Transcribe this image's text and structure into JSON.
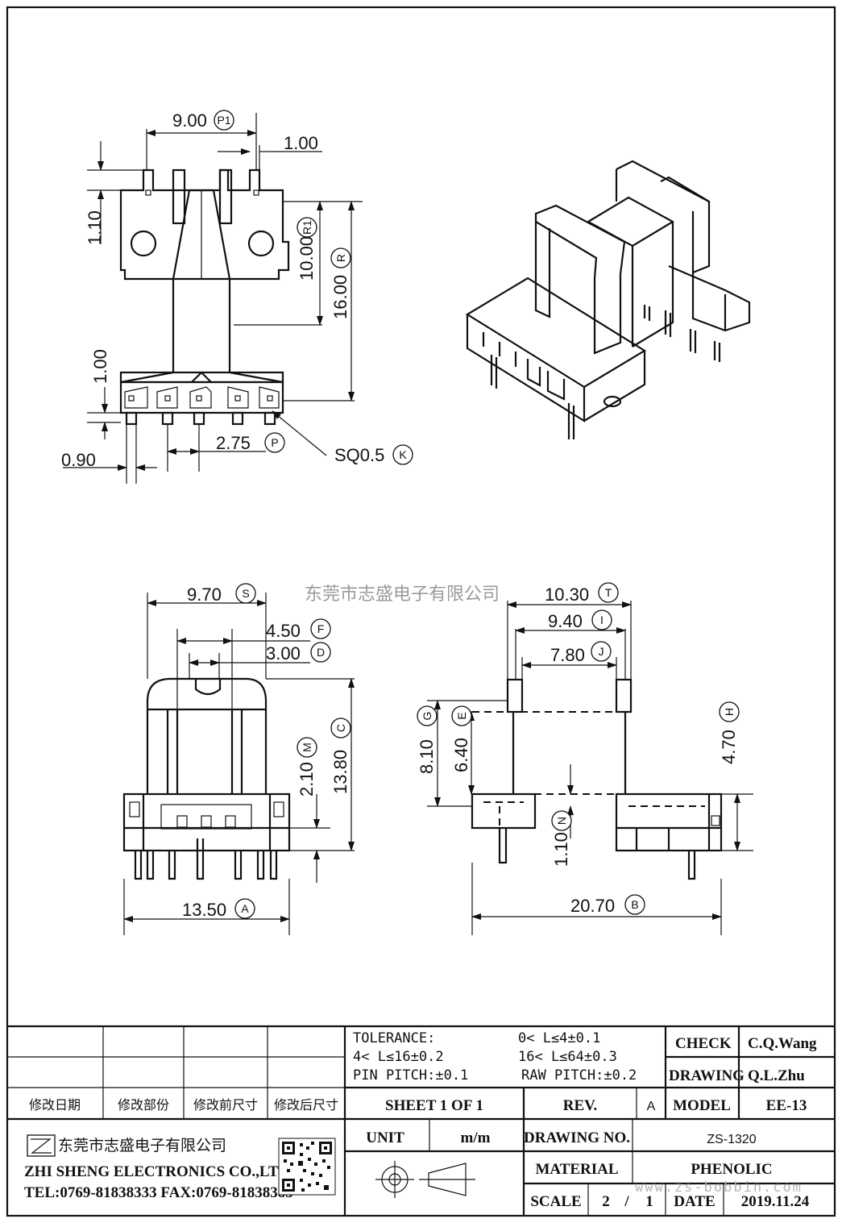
{
  "watermark": {
    "company_cn": "东莞市志盛电子有限公司",
    "url": "www.zs-bobbin.com"
  },
  "dimensions": {
    "top_view": {
      "p1": {
        "value": "9.00",
        "tag": "P1"
      },
      "pin_w": {
        "value": "1.00"
      },
      "top_h": {
        "value": "1.10"
      },
      "r1": {
        "value": "10.00",
        "tag": "R1"
      },
      "r": {
        "value": "16.00",
        "tag": "R"
      },
      "bot_h": {
        "value": "1.00"
      },
      "pin_gap": {
        "value": "0.90"
      },
      "p": {
        "value": "2.75",
        "tag": "P"
      },
      "k": {
        "value": "SQ0.5",
        "tag": "K"
      }
    },
    "front_view": {
      "s": {
        "value": "9.70",
        "tag": "S"
      },
      "f": {
        "value": "4.50",
        "tag": "F"
      },
      "d": {
        "value": "3.00",
        "tag": "D"
      },
      "m": {
        "value": "2.10",
        "tag": "M"
      },
      "c": {
        "value": "13.80",
        "tag": "C"
      },
      "a": {
        "value": "13.50",
        "tag": "A"
      }
    },
    "side_view": {
      "t": {
        "value": "10.30",
        "tag": "T"
      },
      "i": {
        "value": "9.40",
        "tag": "I"
      },
      "j": {
        "value": "7.80",
        "tag": "J"
      },
      "g": {
        "value": "8.10",
        "tag": "G"
      },
      "e": {
        "value": "6.40",
        "tag": "E"
      },
      "h": {
        "value": "4.70",
        "tag": "H"
      },
      "n": {
        "value": "1.10",
        "tag": "N"
      },
      "b": {
        "value": "20.70",
        "tag": "B"
      }
    }
  },
  "title_block": {
    "tolerance_label": "TOLERANCE:",
    "tol1": "0< L≤4±0.1",
    "tol2": "4< L≤16±0.2",
    "tol3": "16< L≤64±0.3",
    "pin_pitch": "PIN PITCH:±0.1",
    "raw_pitch": "RAW PITCH:±0.2",
    "check_label": "CHECK",
    "check_value": "C.Q.Wang",
    "drawing_label": "DRAWING",
    "drawing_value": "Q.L.Zhu",
    "rev_headers": [
      "修改日期",
      "修改部份",
      "修改前尺寸",
      "修改后尺寸"
    ],
    "sheet": "SHEET 1 OF 1",
    "rev_label": "REV.",
    "rev_value": "A",
    "model_label": "MODEL",
    "model_value": "EE-13",
    "company_cn": "东莞市志盛电子有限公司",
    "company_en": "ZHI SHENG ELECTRONICS CO.,LTD",
    "contact": "TEL:0769-81838333 FAX:0769-81838383",
    "unit_label": "UNIT",
    "unit_value": "m/m",
    "drawing_no_label": "DRAWING NO.",
    "drawing_no_value": "ZS-1320",
    "material_label": "MATERIAL",
    "material_value": "PHENOLIC",
    "scale_label": "SCALE",
    "scale_num": "2",
    "scale_sep": "/",
    "scale_den": "1",
    "date_label": "DATE",
    "date_value": "2019.11.24"
  }
}
